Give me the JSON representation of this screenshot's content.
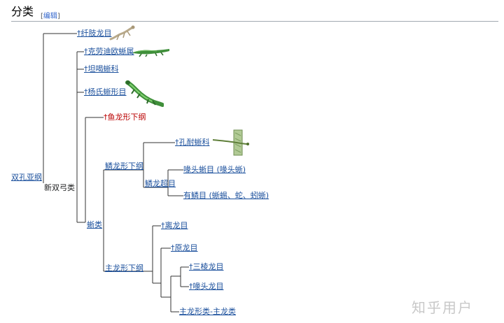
{
  "section": {
    "title": "分类",
    "edit_open": "[",
    "edit_link": "编辑",
    "edit_close": "]"
  },
  "tree": {
    "root": "双孔亚纲",
    "neodiapsida": "新双弓类",
    "araeoscelidia": "†纤肢龙目",
    "claudiosaurus": "†克劳迪欧蜥属",
    "tangasauridae": "†坦喝蜥科",
    "younginiformes": "†杨氏蜥形目",
    "ichthyosauria": "†鱼龙形下纲",
    "sauria": "蜥类",
    "lepidosauromorpha": "鳞龙形下纲",
    "kuehneosauridae": "†孔耐蜥科",
    "lepidosauria": "鳞龙超目",
    "sphenodontia": "喙头蜥目 (喙头蜥)",
    "squamata": "有鳞目 (蜥蜴、蛇、蚓蜥)",
    "archosauromorpha": "主龙形下纲",
    "choristodera": "†离龙目",
    "prolacertiformes": "†原龙目",
    "trilophosauria": "†三棱龙目",
    "rhynchosauria": "†喙头龙目",
    "archosauriformes": "主龙形类-主龙类"
  },
  "icons": [
    "araeoscelid-fossil-icon",
    "crocodile-like-reptile-icon",
    "younginiform-reptile-icon",
    "gliding-reptile-icon"
  ],
  "colors": {
    "link": "#1a4f9c",
    "redlink": "#ba0000",
    "line": "#333333"
  },
  "watermark": "知乎用户"
}
